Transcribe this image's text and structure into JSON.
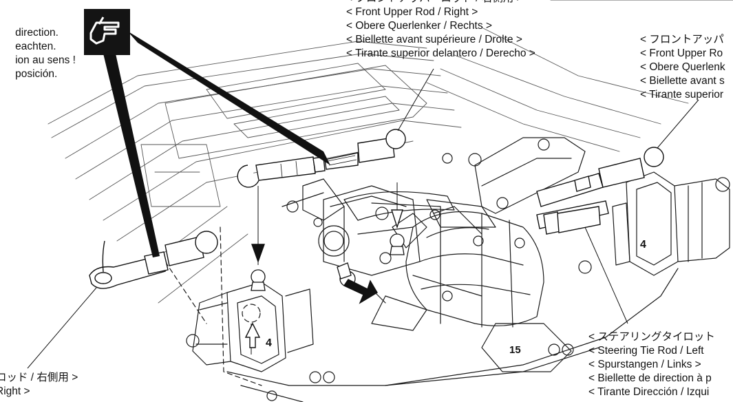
{
  "labels": {
    "top_center": [
      "< フロントアッパーロッド / 右側用 >",
      "< Front Upper Rod / Right >",
      "< Obere Querlenker / Rechts >",
      "< Biellette avant supérieure / Drolte >",
      "< Tirante superior delantero / Derecho >"
    ],
    "top_left": [
      "direction.",
      "eachten.",
      "ion au sens !",
      "posición."
    ],
    "right": [
      "< フロントアッパ",
      "< Front Upper Ro",
      "< Obere Querlenk",
      "< Biellette avant s",
      "< Tirante superior"
    ],
    "bottom_right": [
      "< ステアリングタイロット",
      "< Steering Tie Rod / Left",
      "< Spurstangen / Links >",
      "< Biellette de direction à p",
      "< Tirante Dirección / Izqui"
    ],
    "bottom_left": [
      "ロッド / 右側用 >",
      "Right >"
    ]
  },
  "part_stamps": [
    "4",
    "4",
    "15"
  ],
  "icons": {
    "caution": "pointing-hand-icon",
    "arrows": "arrow-down-icon"
  },
  "colors": {
    "ink": "#111111",
    "caution_bg": "#141414"
  }
}
